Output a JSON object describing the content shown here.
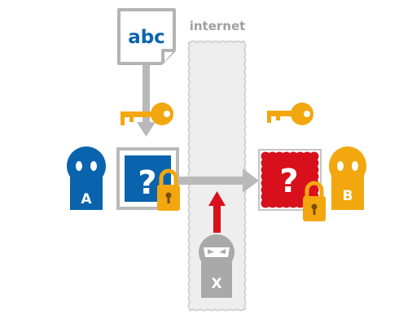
{
  "document": {
    "text": "abc"
  },
  "channel": {
    "label": "internet"
  },
  "message_glyph": "?",
  "actors": {
    "sender": {
      "label": "A",
      "color": "#0a64ad"
    },
    "receiver": {
      "label": "B",
      "color": "#f2a70f"
    },
    "attacker": {
      "label": "X",
      "color": "#a9a9a9"
    }
  },
  "colors": {
    "key": "#f2a70f",
    "lock": "#f2a70f",
    "arrow": "#b9b9b9",
    "attack_arrow": "#d8101c",
    "received_message": "#d8101c",
    "sent_message": "#0a64ad",
    "channel_fill": "#eeeeee"
  },
  "icons": [
    "document-icon",
    "key-icon",
    "padlock-icon",
    "person-icon",
    "ninja-icon",
    "arrow-icon"
  ]
}
